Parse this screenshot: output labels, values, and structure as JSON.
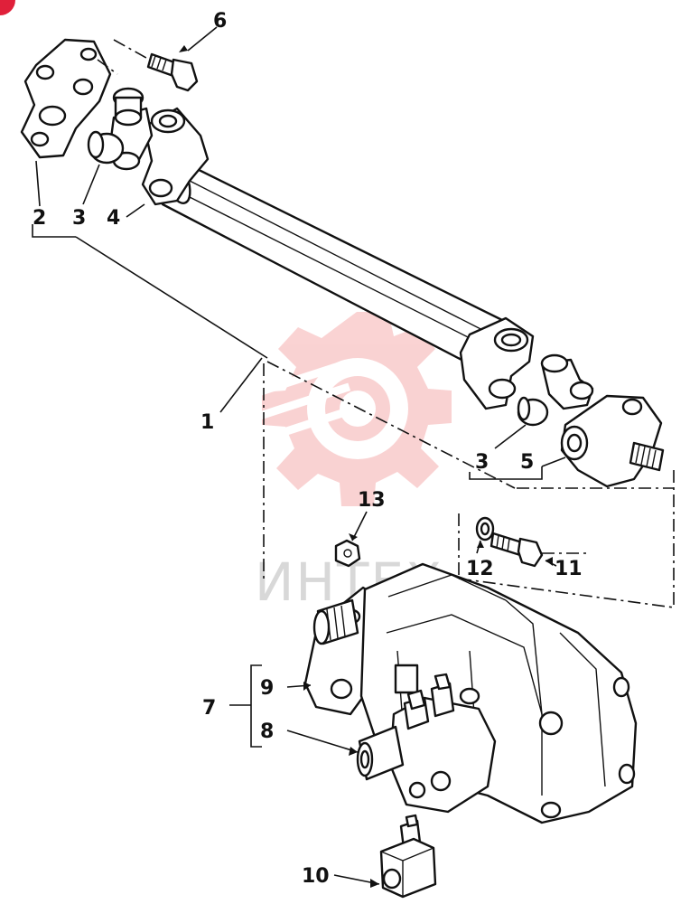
{
  "diagram": {
    "watermark_text": "ИНТЕХ",
    "watermark_color": "#f0a0a0",
    "callouts": {
      "c1": "1",
      "c2": "2",
      "c3a": "3",
      "c3b": "3",
      "c4": "4",
      "c5": "5",
      "c6": "6",
      "c7": "7",
      "c8": "8",
      "c9": "9",
      "c10": "10",
      "c11": "11",
      "c12": "12",
      "c13": "13"
    }
  }
}
